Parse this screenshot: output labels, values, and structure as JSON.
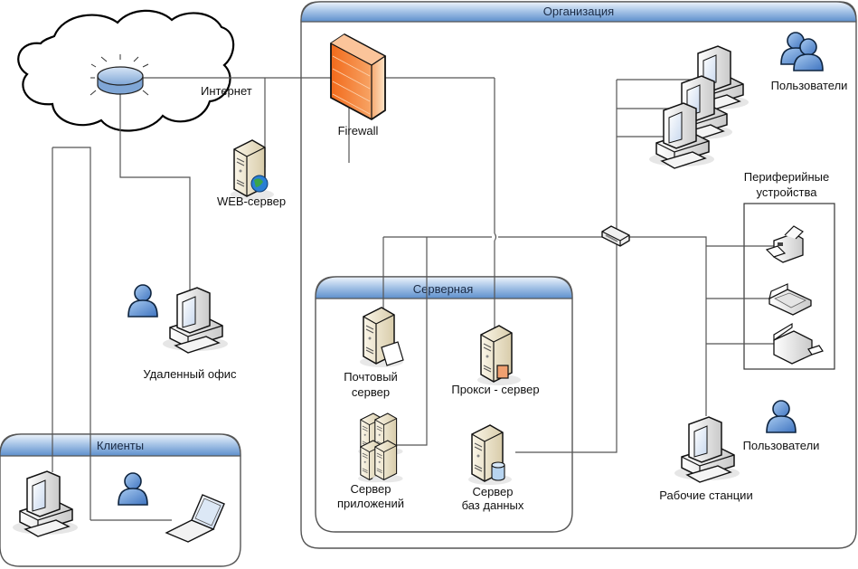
{
  "containers": {
    "organization": {
      "title": "Организация"
    },
    "server_room": {
      "title": "Серверная"
    },
    "clients": {
      "title": "Клиенты"
    }
  },
  "nodes": {
    "internet": {
      "label": "Интернет",
      "icon": "router-icon"
    },
    "web_server": {
      "label": "WEB-сервер",
      "icon": "web-server-icon"
    },
    "firewall": {
      "label": "Firewall",
      "icon": "firewall-icon"
    },
    "users_top": {
      "label": "Пользователи",
      "icon": "users-group-icon"
    },
    "peripherals": {
      "label_line1": "Периферийные",
      "label_line2": "устройства",
      "icon": "printer-scanner-icons"
    },
    "mail_server": {
      "label_line1": "Почтовый",
      "label_line2": "сервер",
      "icon": "mail-server-icon"
    },
    "proxy_server": {
      "label": "Прокси - сервер",
      "icon": "proxy-server-icon"
    },
    "app_server": {
      "label_line1": "Сервер",
      "label_line2": "приложений",
      "icon": "app-server-icon"
    },
    "db_server": {
      "label_line1": "Сервер",
      "label_line2": "баз данных",
      "icon": "database-server-icon"
    },
    "remote_office": {
      "label": "Удаленный офис",
      "icon": "workstation-icon"
    },
    "workstations": {
      "label": "Рабочие станции",
      "icon": "workstation-icon"
    },
    "users_bottom": {
      "label": "Пользователи",
      "icon": "user-icon"
    },
    "switch": {
      "icon": "switch-icon"
    }
  },
  "colors": {
    "header_blue": "#6d9bd0",
    "firewall_orange": "#f07a2a",
    "user_blue": "#5b8fd0",
    "server_beige": "#efe6cc"
  }
}
